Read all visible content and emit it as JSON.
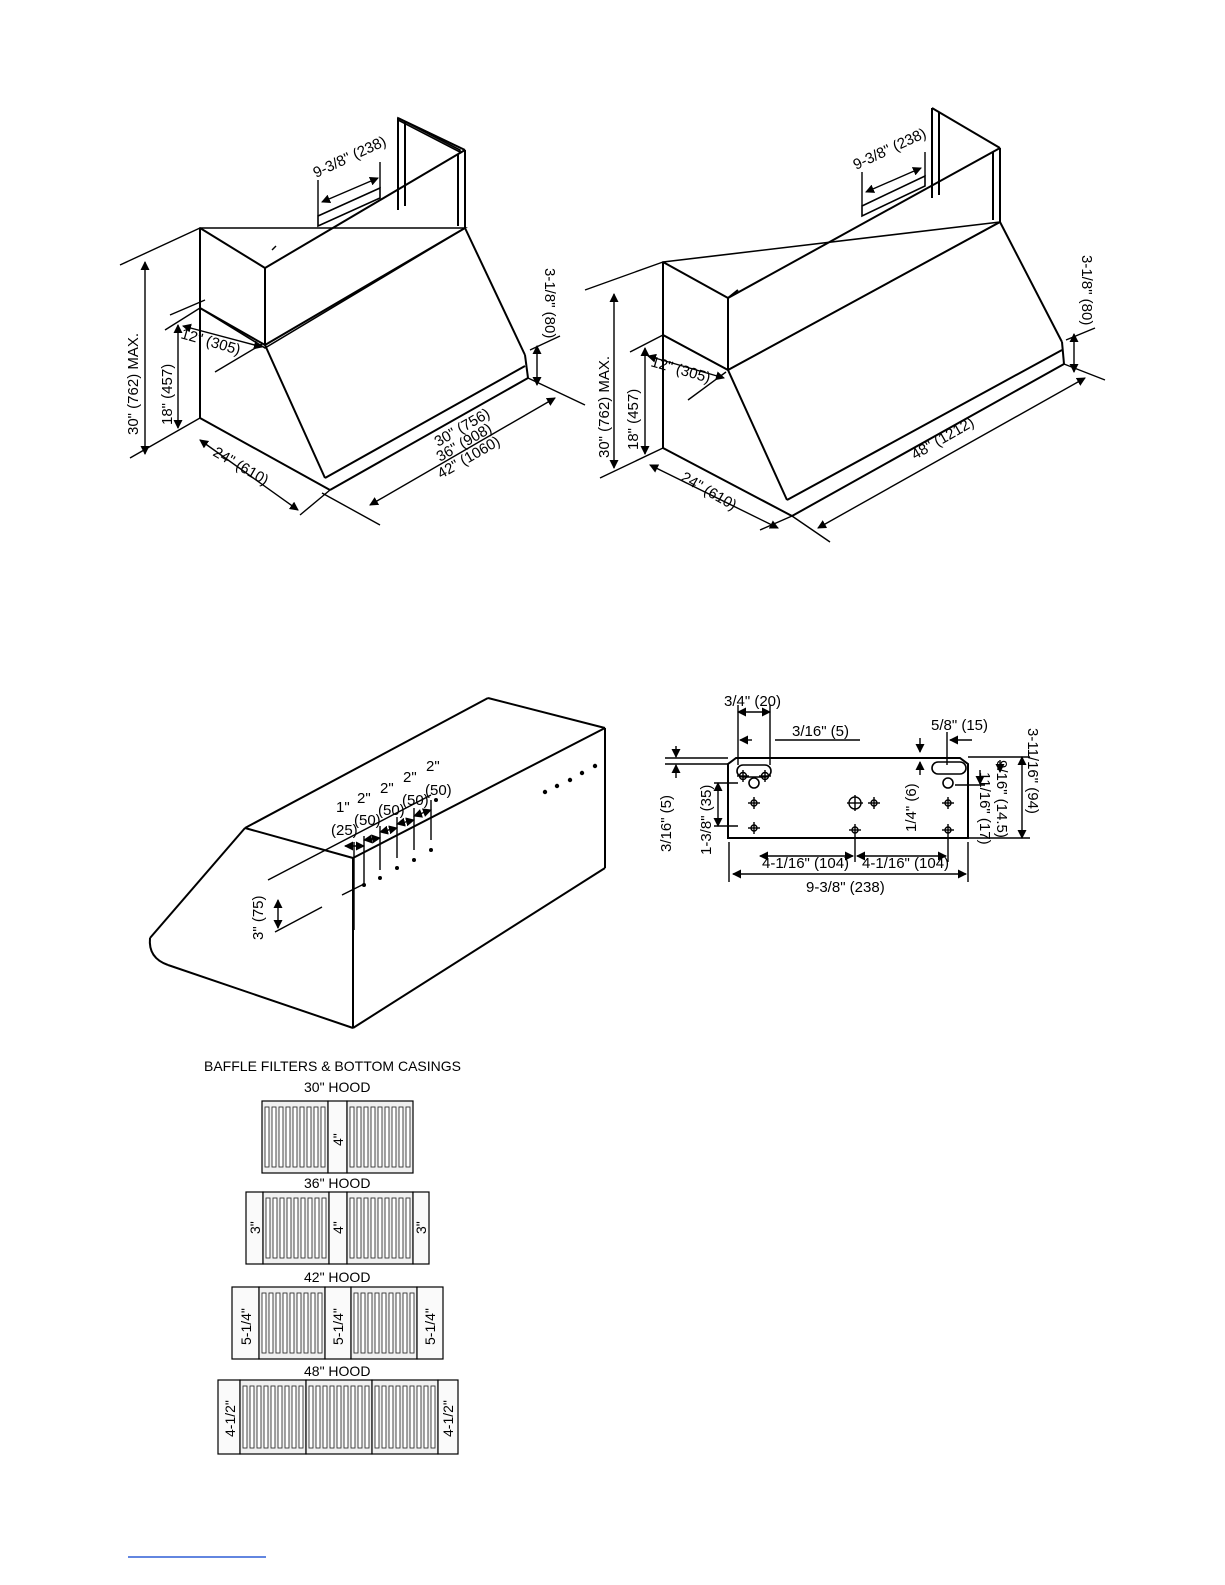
{
  "hood_small": {
    "top_mount": "9-3/8\" (238)",
    "lip": "3-1/8\" (80)",
    "depth_top": "12\" (305)",
    "height_max": "30\" (762) MAX.",
    "height_lower": "18\" (457)",
    "depth": "24\" (610)",
    "width_30": "30\" (756)",
    "width_36": "36\" (908)",
    "width_42": "42\" (1060)"
  },
  "hood_large": {
    "top_mount": "9-3/8\" (238)",
    "lip": "3-1/8\" (80)",
    "depth_top": "12\" (305)",
    "height_max": "30\" (762) MAX.",
    "height_lower": "18\" (457)",
    "depth": "24\" (610)",
    "width_48": "48\" (1212)"
  },
  "hole_layout": {
    "s1": "1\"",
    "s2": "2\"",
    "s3": "2\"",
    "s4": "2\"",
    "s5": "2\"",
    "m1": "(25)",
    "m2": "(50)",
    "m3": "(50)",
    "m4": "(50)",
    "m5": "(50)",
    "vertical": "3\" (75)"
  },
  "bracket": {
    "slot_width": "3/4\" (20)",
    "slot_gap": "3/16\" (5)",
    "slot_right": "5/8\" (15)",
    "edge": "3/16\" (5)",
    "hole_v": "1-3/8\" (35)",
    "keyhole": "1/4\" (6)",
    "d1": "9/16\" (14.5)",
    "d2": "11/16\" (17)",
    "height": "3-11/16\" (94)",
    "span_left": "4-1/16\" (104)",
    "span_right": "4-1/16\" (104)",
    "total": "9-3/8\" (238)"
  },
  "filters": {
    "heading": "BAFFLE FILTERS & BOTTOM CASINGS",
    "hood30": {
      "title": "30\" HOOD",
      "center": "4\""
    },
    "hood36": {
      "title": "36\" HOOD",
      "left": "3\"",
      "center": "4\"",
      "right": "3\""
    },
    "hood42": {
      "title": "42\" HOOD",
      "left": "5-1/4\"",
      "center": "5-1/4\"",
      "right": "5-1/4\""
    },
    "hood48": {
      "title": "48\" HOOD",
      "left": "4-1/2\"",
      "right": "4-1/2\""
    }
  }
}
